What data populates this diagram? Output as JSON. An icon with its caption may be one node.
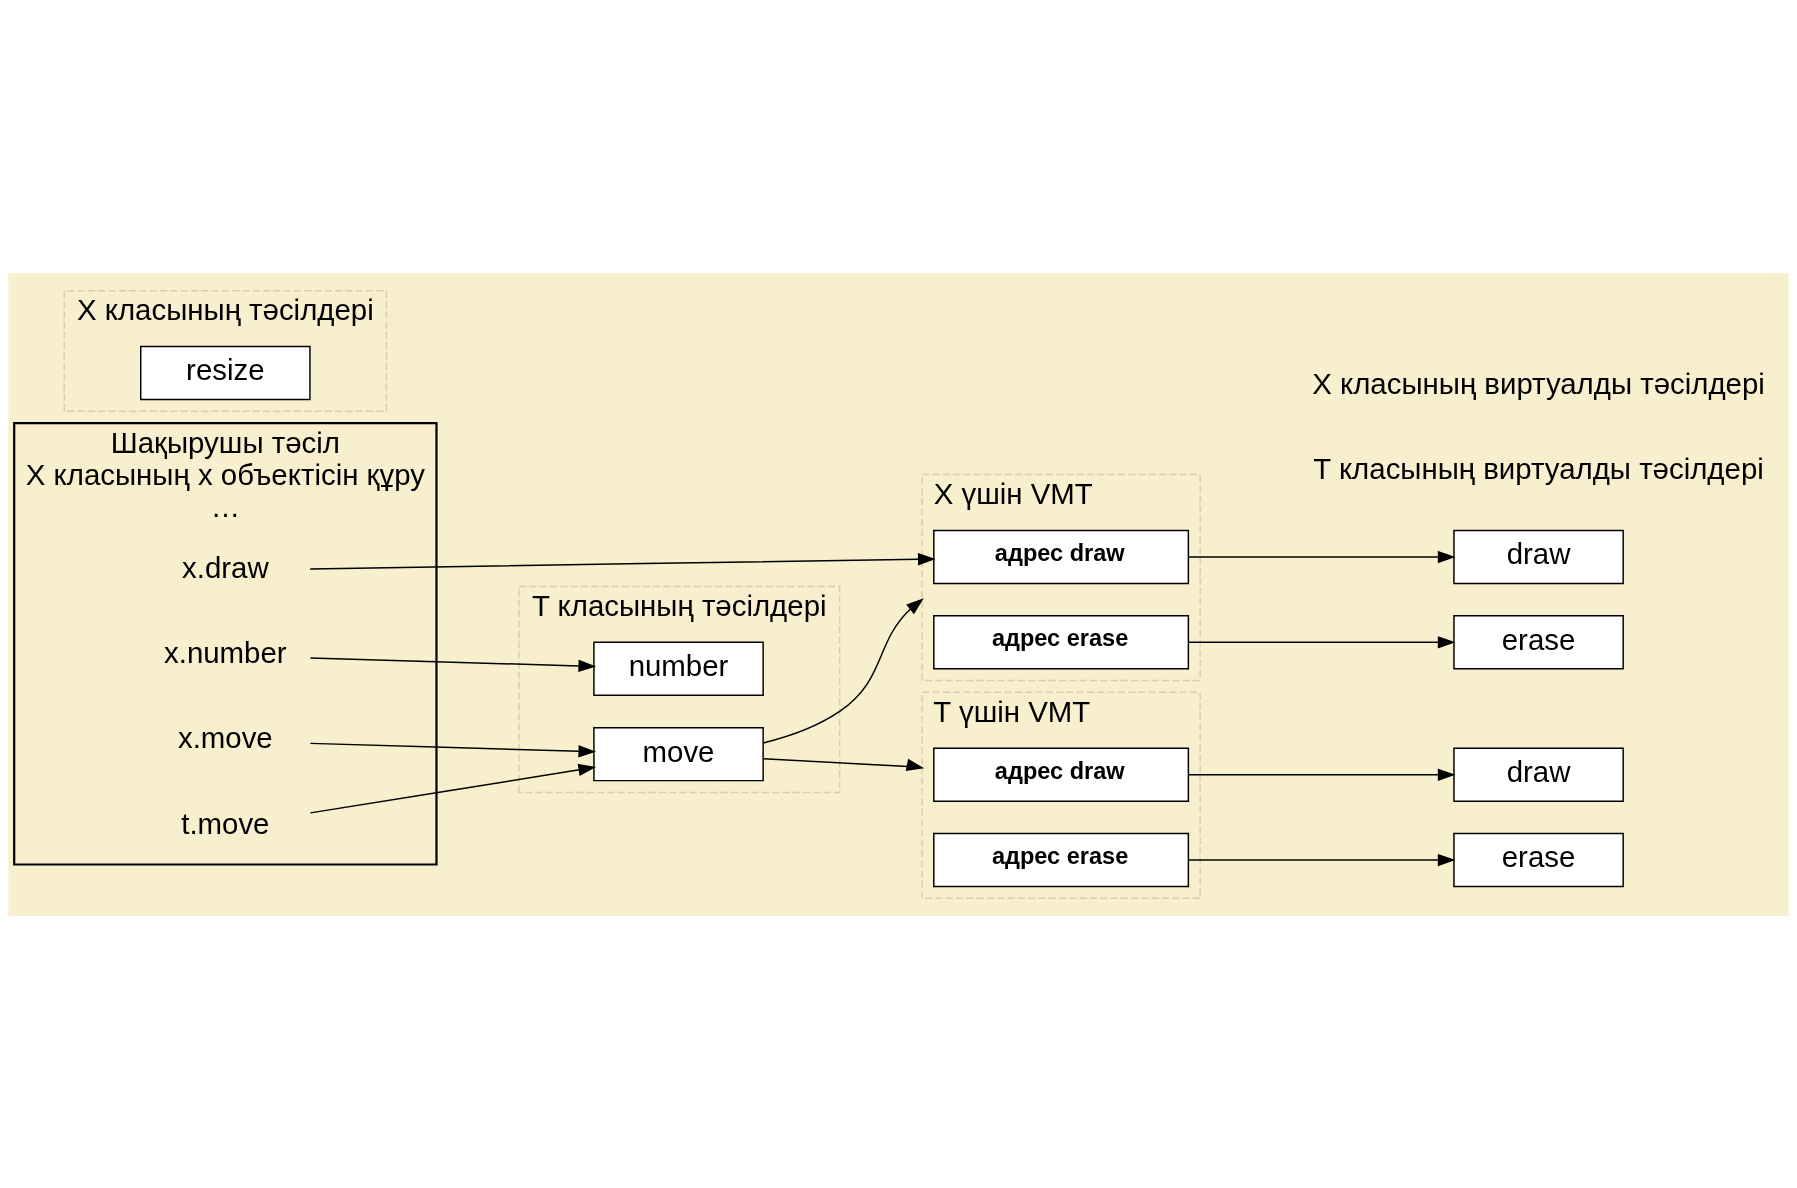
{
  "diagram": {
    "nodes": [
      {
        "text": [
          "Шақырушы тәсіл",
          "X класының x объектісін құру",
          "…"
        ]
      },
      {
        "text": [
          "x.draw"
        ],
        "in": 0
      },
      {
        "text": [
          "x.number"
        ],
        "in": 0
      },
      {
        "text": [
          "x.move"
        ],
        "in": 0
      },
      {
        "text": [
          "t.move"
        ],
        "in": 0
      },
      {
        "text": [
          "T класының тәсілдері"
        ]
      },
      {
        "text": [
          "number"
        ],
        "in": 5
      },
      {
        "text": [
          "move"
        ],
        "in": 5
      },
      {
        "text": [
          "X класының тәсілдері"
        ]
      },
      {
        "text": [
          "resize"
        ],
        "in": 8
      },
      {
        "text": [
          "T үшін VMT"
        ]
      },
      {
        "text": [
          "адрес draw"
        ],
        "in": 10
      },
      {
        "text": [
          "адрес erase"
        ],
        "in": 10
      },
      {
        "text": [
          "X үшін VMT"
        ]
      },
      {
        "text": [
          "адрес draw"
        ],
        "in": 13
      },
      {
        "text": [
          "адрес erase"
        ],
        "in": 13
      },
      {
        "text": [
          "draw"
        ]
      },
      {
        "text": [
          "erase"
        ]
      },
      {
        "text": [
          "draw"
        ]
      },
      {
        "text": [
          "erase"
        ]
      }
    ],
    "edges": [
      {
        "from": 2,
        "to": 6,
        "arrow": "to"
      },
      {
        "from": 3,
        "to": 7,
        "arrow": "to"
      },
      {
        "from": 4,
        "to": 7,
        "arrow": "to"
      },
      {
        "from": 1,
        "to": 14,
        "arrow": "to"
      },
      {
        "from": 7,
        "to": 10,
        "arrow": "to"
      },
      {
        "from": 7,
        "to": 13,
        "arrow": "to"
      },
      {
        "from": 11,
        "to": 16,
        "arrow": "to"
      },
      {
        "from": 12,
        "to": 17,
        "arrow": "to"
      },
      {
        "from": 14,
        "to": 18,
        "arrow": "to"
      },
      {
        "from": 15,
        "to": 19,
        "arrow": "to"
      }
    ],
    "labels": [
      "T класының виртуалды тәсілдері",
      "X класының виртуалды тәсілдері"
    ]
  }
}
